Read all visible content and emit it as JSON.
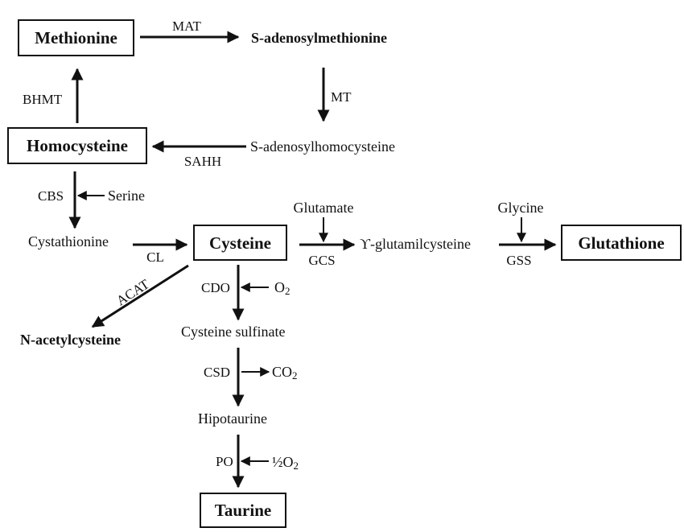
{
  "nodes": {
    "methionine": "Methionine",
    "sam": "S-adenosylmethionine",
    "sah": "S-adenosylhomocysteine",
    "homocysteine": "Homocysteine",
    "cystathionine": "Cystathionine",
    "cysteine": "Cysteine",
    "gamma_glutamylcysteine": "ϒ-glutamilcysteine",
    "glutathione": "Glutathione",
    "n_acetylcysteine": "N-acetylcysteine",
    "cysteine_sulfinate": "Cysteine sulfinate",
    "hipotaurine": "Hipotaurine",
    "taurine": "Taurine"
  },
  "enzymes": {
    "mat": "MAT",
    "mt": "MT",
    "sahh": "SAHH",
    "bhmt": "BHMT",
    "cbs": "CBS",
    "cl": "CL",
    "gcs": "GCS",
    "gss": "GSS",
    "acat": "ACAT",
    "cdo": "CDO",
    "csd": "CSD",
    "po": "PO"
  },
  "cosubstrates": {
    "serine": "Serine",
    "glutamate": "Glutamate",
    "glycine": "Glycine",
    "o2_base": "O",
    "o2_sub": "2",
    "co2_base": "CO",
    "co2_sub": "2",
    "half_o2_base": "½O",
    "half_o2_sub": "2"
  }
}
